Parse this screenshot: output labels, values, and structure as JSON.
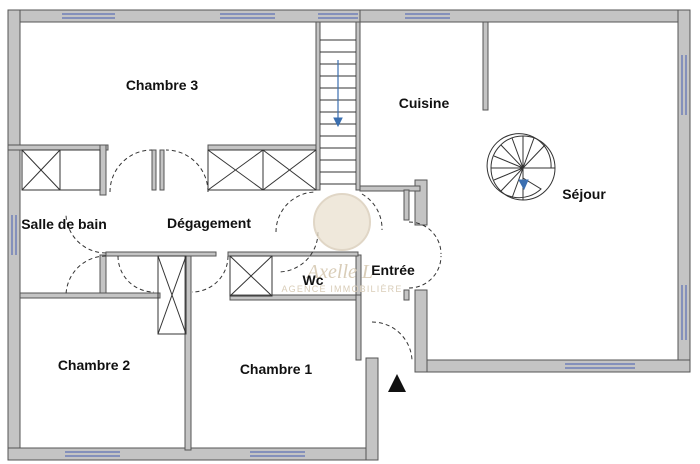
{
  "rooms": {
    "chambre3": "Chambre 3",
    "cuisine": "Cuisine",
    "sejour": "Séjour",
    "salle_de_bain": "Salle de bain",
    "degagement": "Dégagement",
    "wc": "Wc",
    "entree": "Entrée",
    "chambre2": "Chambre 2",
    "chambre1": "Chambre 1"
  },
  "watermark": {
    "name": "Axelle L",
    "subtitle": "AGENCE IMMOBILIÈRE"
  },
  "colors": {
    "wall_fill": "#c4c4c4",
    "wall_stroke": "#555555",
    "line": "#333333",
    "window": "#6f7fb8",
    "stair_arrow": "#3b6fb0",
    "watermark": "#d9cdb8"
  },
  "icons": {
    "entrance": "entrance-arrow-icon",
    "stairs": "staircase-icon",
    "spiral": "spiral-staircase-icon"
  }
}
